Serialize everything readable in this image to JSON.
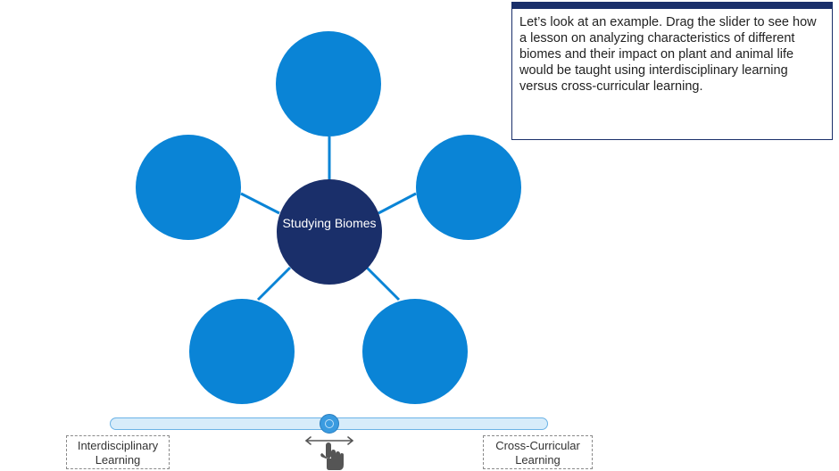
{
  "diagram": {
    "center_label": "Studying Biomes",
    "colors": {
      "outer_circle": "#0a84d6",
      "center_circle": "#1a2f6a",
      "connector": "#0a84d6"
    }
  },
  "instructions": {
    "text": "Let’s look at an example. Drag the slider to see how a lesson on analyzing characteristics of different biomes and their impact on plant and animal life would be taught using interdisciplinary learning versus cross-curricular learning.",
    "border_color": "#1a2f6a"
  },
  "slider": {
    "left_label": "Interdisciplinary Learning",
    "right_label": "Cross-Curricular Learning",
    "position_fraction": 0.5,
    "icons": {
      "drag_hint": "hand-pointer-icon",
      "arrows": "left-right-arrows-icon"
    }
  }
}
